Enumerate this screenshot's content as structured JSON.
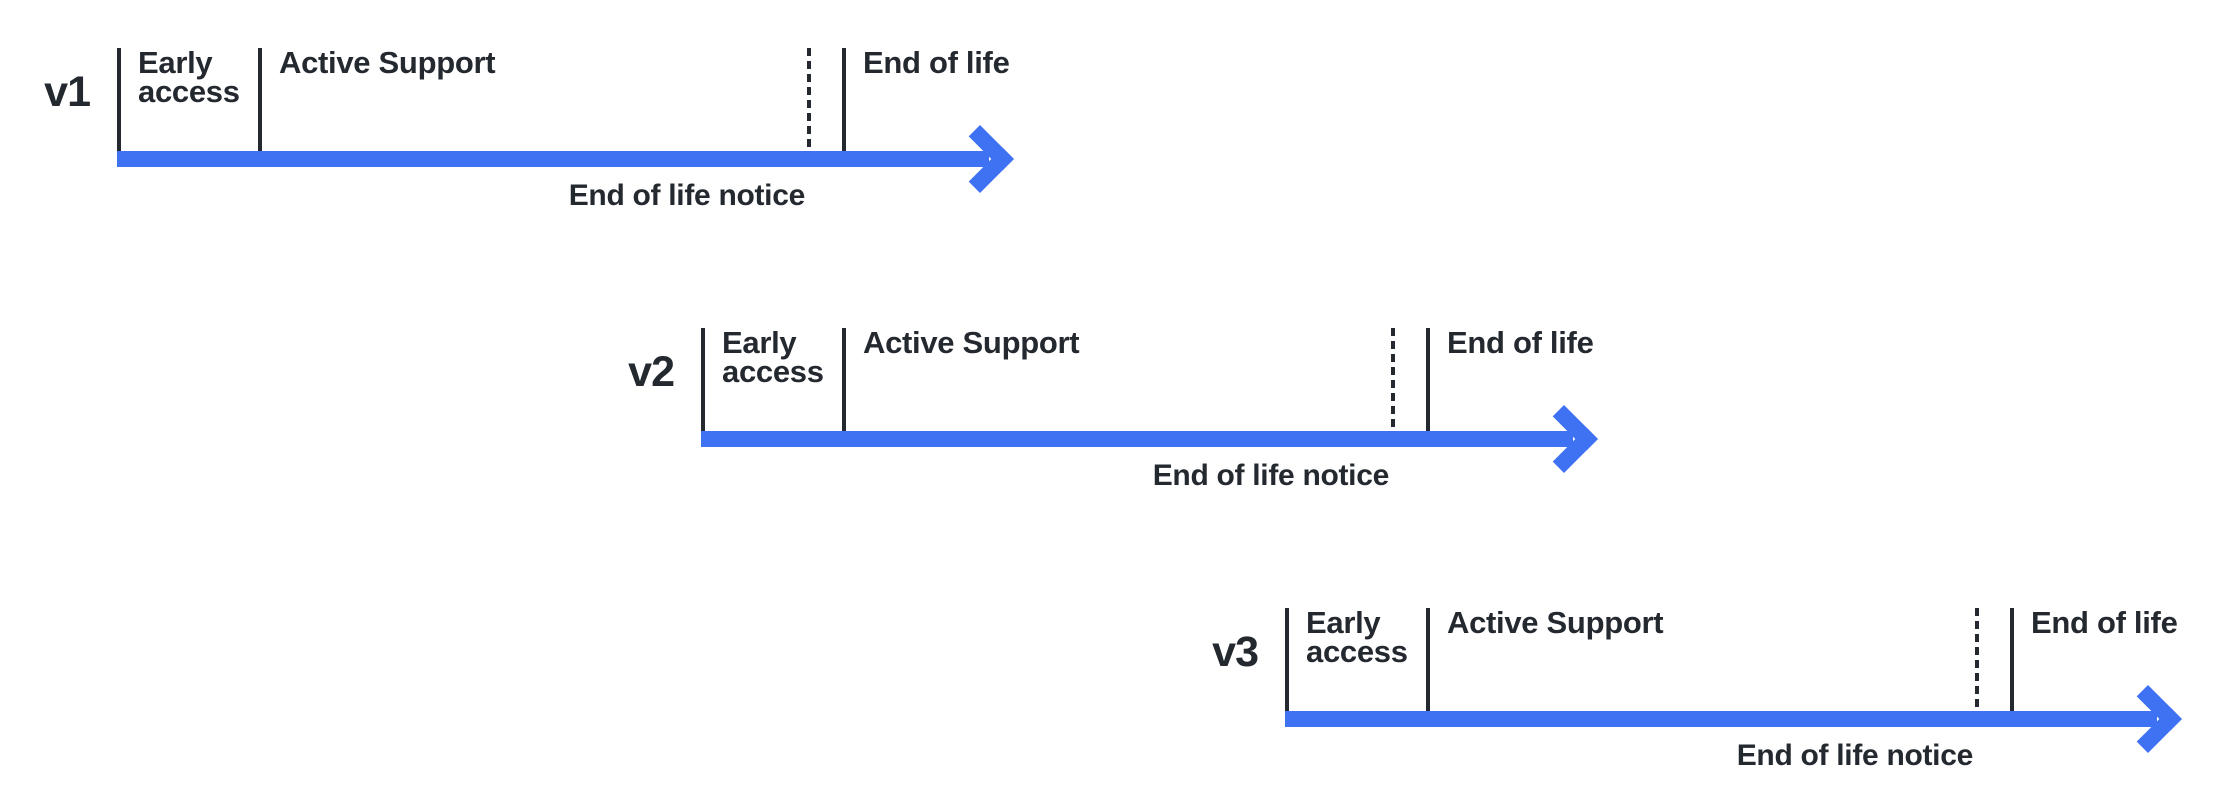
{
  "diagram": {
    "background": "#ffffff",
    "colors": {
      "accent": "#3e72f2",
      "ink": "#242930"
    },
    "timelines": [
      {
        "version": "v1",
        "early_access": "Early\naccess",
        "active_support": "Active Support",
        "end_of_life": "End of life",
        "end_of_life_notice": "End of life notice"
      },
      {
        "version": "v2",
        "early_access": "Early\naccess",
        "active_support": "Active Support",
        "end_of_life": "End of life",
        "end_of_life_notice": "End of life notice"
      },
      {
        "version": "v3",
        "early_access": "Early\naccess",
        "active_support": "Active Support",
        "end_of_life": "End of life",
        "end_of_life_notice": "End of life notice"
      }
    ]
  }
}
